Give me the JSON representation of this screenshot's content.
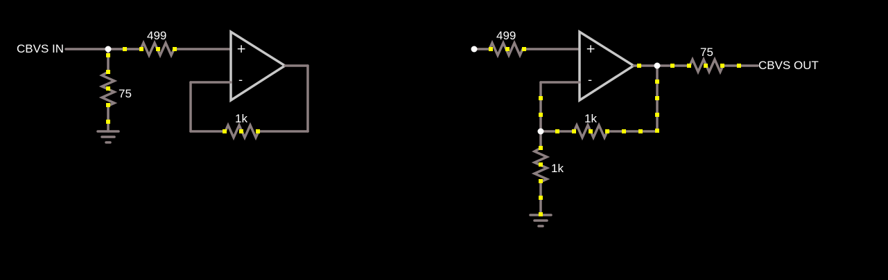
{
  "input_label": "CBVS IN",
  "output_label": "CBVS OUT",
  "stage1": {
    "r_input": "499",
    "r_shunt": "75",
    "r_feedback": "1k",
    "opamp_plus": "+",
    "opamp_minus": "-"
  },
  "stage2": {
    "r_input": "499",
    "r_feedback": "1k",
    "r_ground": "1k",
    "r_output": "75",
    "opamp_plus": "+",
    "opamp_minus": "-"
  },
  "colors": {
    "background": "#000000",
    "wire": "#8c7f80",
    "opamp": "#c8c8c8",
    "current_dot": "#ffff00",
    "node": "#ffffff",
    "text": "#ffffff"
  }
}
